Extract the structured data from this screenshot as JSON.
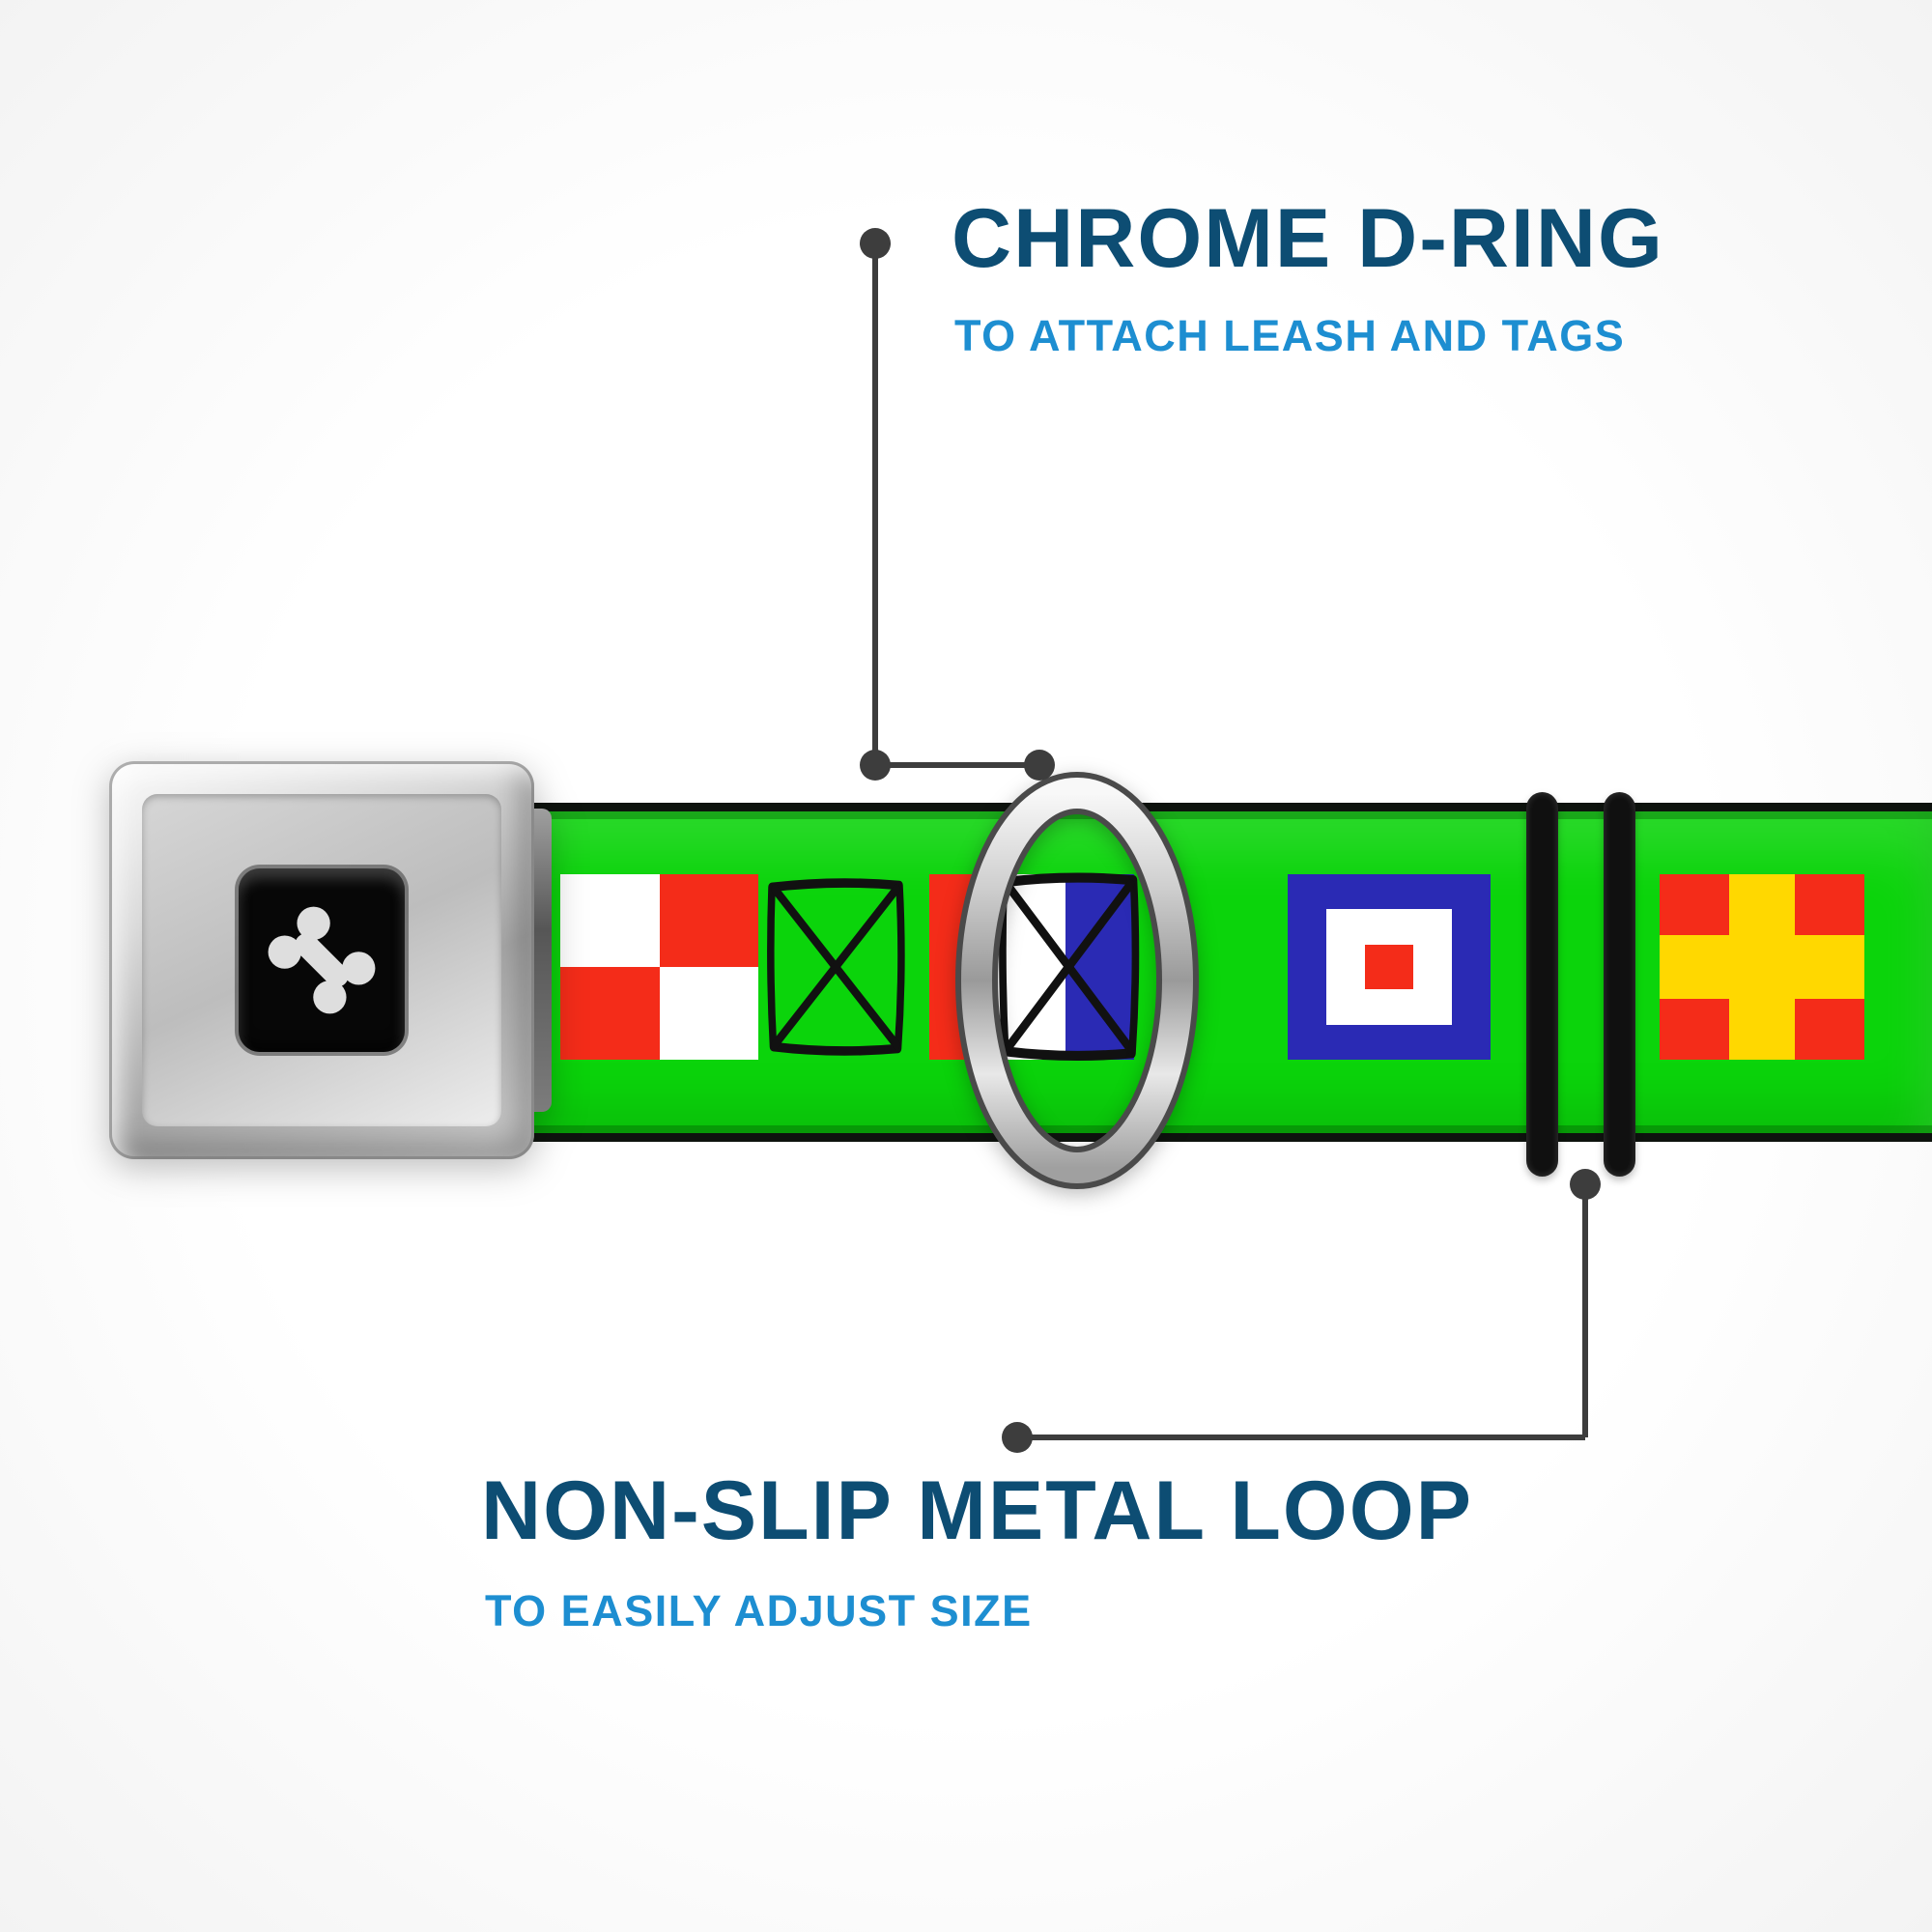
{
  "callouts": {
    "top": {
      "title": "CHROME D-RING",
      "subtitle": "TO ATTACH LEASH AND TAGS"
    },
    "bottom": {
      "title": "NON-SLIP METAL LOOP",
      "subtitle": "TO EASILY ADJUST SIZE"
    }
  },
  "colors": {
    "title": "#0d4d73",
    "subtitle": "#1d8ed1",
    "callout_line": "#3d3d3d",
    "strap_green": "#0bd40b",
    "strap_edge": "#0e130e",
    "slider_black": "#101010",
    "buckle_center": "#070707",
    "bone": "#dedede"
  },
  "collar": {
    "buckle_icon": "dog-bone-icon",
    "hardware": [
      "chrome-d-ring",
      "black-metal-slider-loop"
    ],
    "flags": [
      {
        "name": "flag-quartered-red-white",
        "type": "quarters",
        "colors": [
          "#ffffff",
          "#f42c19",
          "#f42c19",
          "#ffffff"
        ]
      },
      {
        "name": "flag-outline-x-sketch",
        "type": "sketch-x",
        "stroke": "#111111"
      },
      {
        "name": "flag-tricolor-red-white-blue",
        "type": "vstripes-sketch",
        "colors": [
          "#f42c19",
          "#ffffff",
          "#2a2ab4"
        ],
        "stroke": "#111111"
      },
      {
        "name": "flag-blue-white-red-squares",
        "type": "nested",
        "colors": [
          "#2a2ab4",
          "#ffffff",
          "#f42c19"
        ]
      },
      {
        "name": "flag-red-yellow-cross",
        "type": "cross",
        "colors": [
          "#f42c19",
          "#ffd800"
        ]
      }
    ]
  }
}
